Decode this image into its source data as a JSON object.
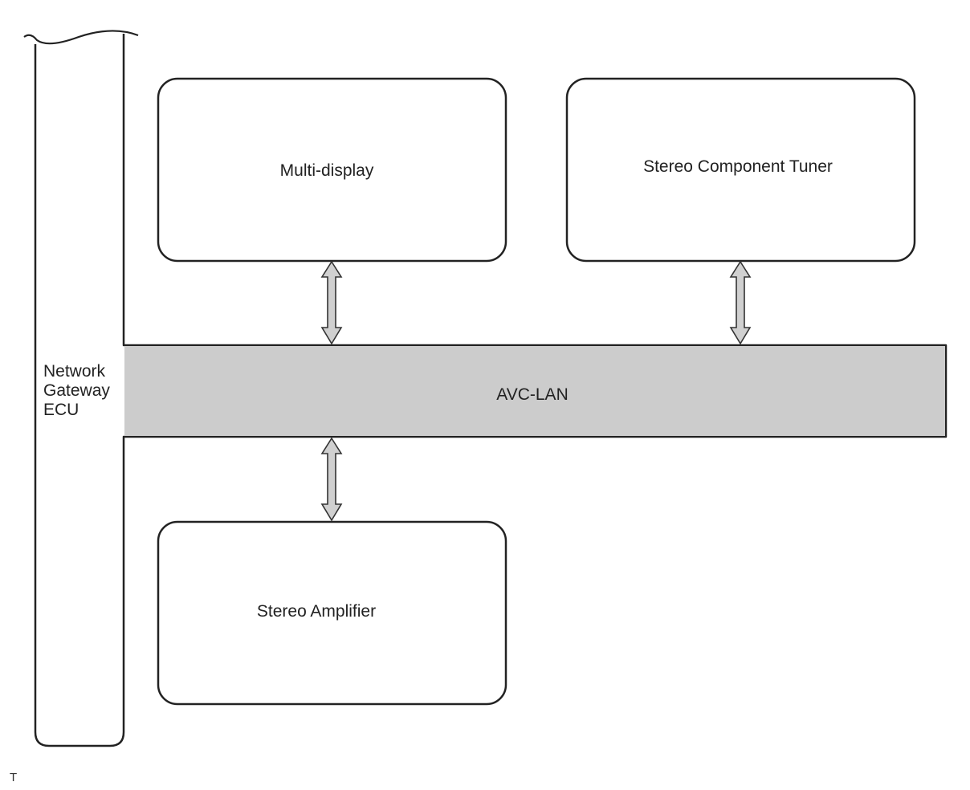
{
  "nodes": {
    "gateway": {
      "lines": [
        "Network",
        "Gateway",
        "ECU"
      ]
    },
    "multi_display": {
      "label": "Multi-display"
    },
    "tuner": {
      "label": "Stereo Component Tuner"
    },
    "amplifier": {
      "label": "Stereo Amplifier"
    }
  },
  "bus": {
    "label": "AVC-LAN"
  },
  "corner_mark": "T",
  "colors": {
    "bus_fill": "#cccccc",
    "arrow_fill": "#d0d0d0",
    "stroke": "#222222",
    "background": "#ffffff"
  }
}
